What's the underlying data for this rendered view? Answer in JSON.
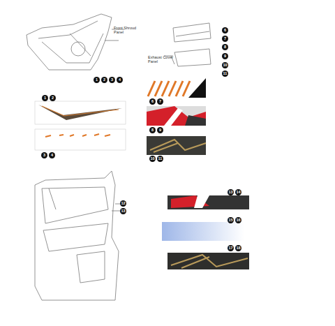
{
  "diagram": {
    "labels": [
      "Front Shroud Panel",
      "Exhaust Cover Panel",
      "1",
      "2",
      "3",
      "4",
      "1",
      "2",
      "3",
      "4",
      "6",
      "7",
      "8",
      "9",
      "10",
      "11",
      "6",
      "7",
      "8",
      "9",
      "10",
      "11",
      "12",
      "13",
      "13",
      "14",
      "15",
      "16",
      "17",
      "18"
    ]
  }
}
